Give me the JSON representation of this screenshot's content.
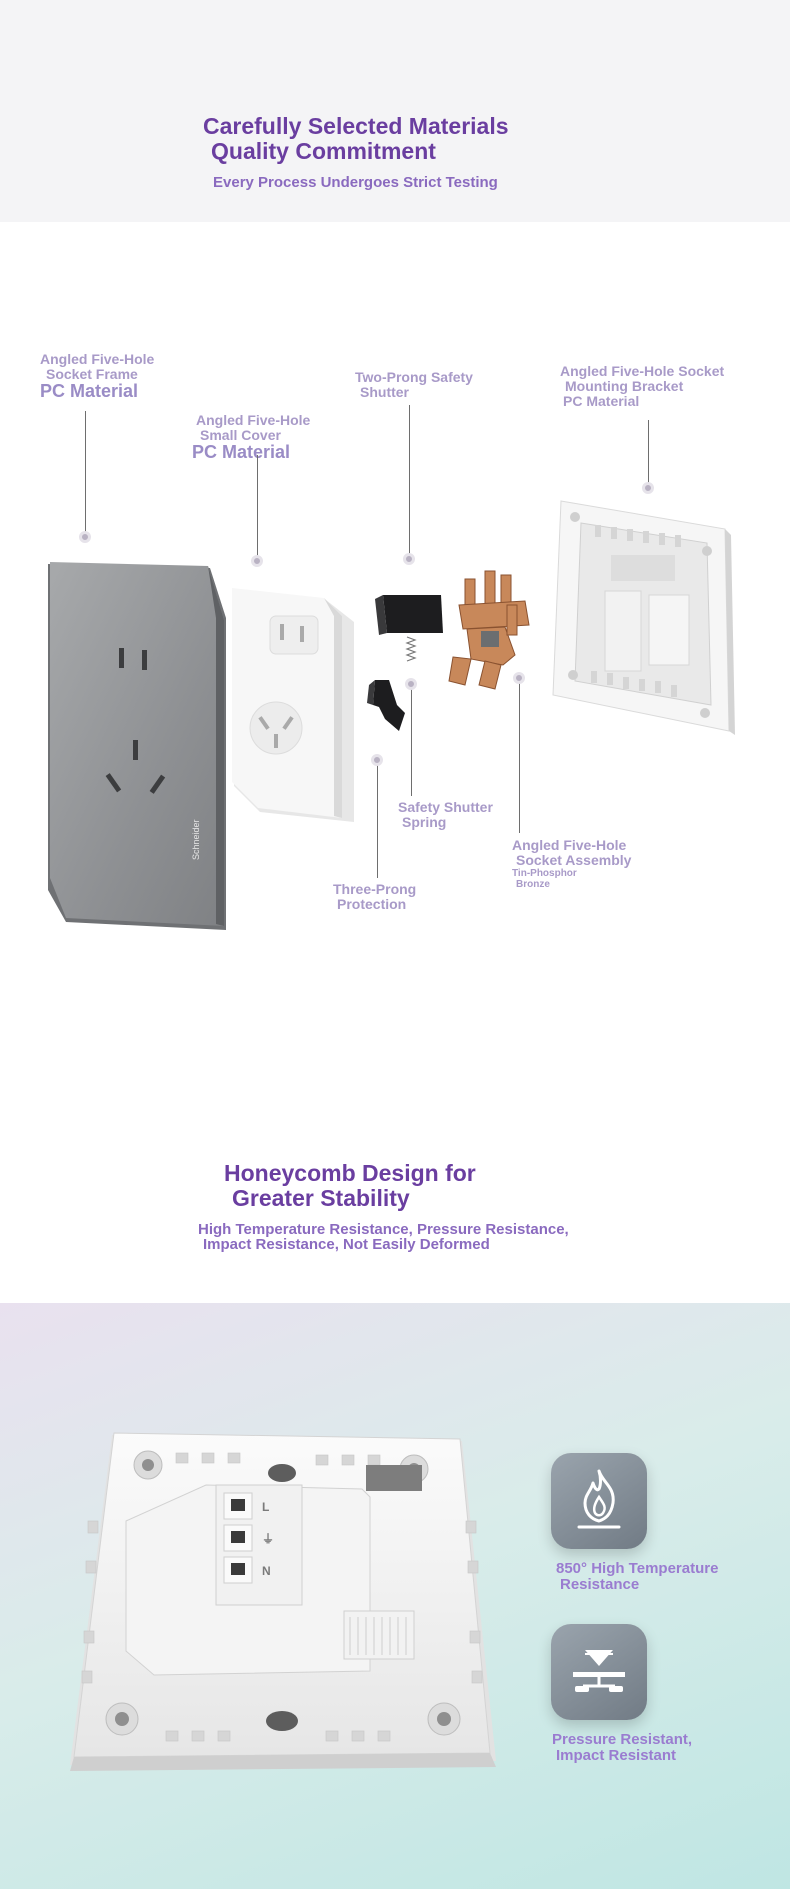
{
  "header": {
    "title_line1": "Carefully Selected Materials",
    "title_line2": "Quality Commitment",
    "subtitle": "Every Process Undergoes Strict Testing"
  },
  "parts": {
    "frame": {
      "line1": "Angled Five-Hole",
      "line2": "Socket Frame",
      "material": "PC Material"
    },
    "cover": {
      "line1": "Angled Five-Hole",
      "line2": "Small Cover",
      "material": "PC Material"
    },
    "shutter": {
      "line1": "Two-Prong Safety",
      "line2": "Shutter"
    },
    "bracket": {
      "line1": "Angled Five-Hole Socket",
      "line2": "Mounting Bracket",
      "material": "PC Material"
    },
    "spring": {
      "line1": "Safety Shutter",
      "line2": "Spring"
    },
    "assembly": {
      "line1": "Angled Five-Hole",
      "line2": "Socket Assembly",
      "material1": "Tin-Phosphor",
      "material2": "Bronze"
    },
    "threeprong": {
      "line1": "Three-Prong",
      "line2": "Protection"
    }
  },
  "brand": "Schneider",
  "honeycomb": {
    "title_line1": "Honeycomb Design for",
    "title_line2": "Greater Stability",
    "sub_line1": "High Temperature Resistance, Pressure Resistance,",
    "sub_line2": "Impact Resistance, Not Easily Deformed"
  },
  "features": [
    {
      "icon": "flame-icon",
      "line1": "850° High Temperature",
      "line2": "Resistance"
    },
    {
      "icon": "press-icon",
      "line1": "Pressure Resistant,",
      "line2": "Impact Resistant"
    }
  ],
  "back_markings": {
    "l": "L",
    "n": "N",
    "ground": "⏚"
  },
  "colors": {
    "accent": "#6a3ea0",
    "label": "#a89ac8"
  }
}
